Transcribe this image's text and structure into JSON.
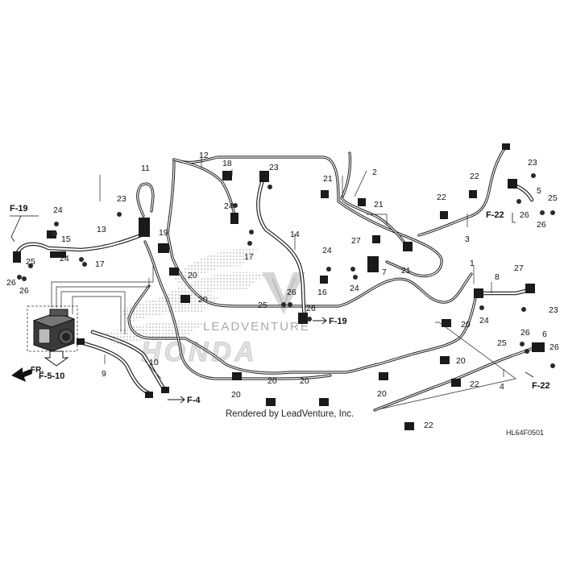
{
  "callouts": {
    "n1": "1",
    "n2": "2",
    "n3": "3",
    "n4": "4",
    "n5": "5",
    "n6": "6",
    "n7": "7",
    "n8": "8",
    "n9": "9",
    "n10": "10",
    "n11": "11",
    "n12": "12",
    "n13": "13",
    "n14": "14",
    "n15": "15",
    "n16": "16",
    "n17": "17",
    "n18": "18",
    "n19": "19",
    "n20": "20",
    "n21": "21",
    "n22": "22",
    "n23": "23",
    "n24": "24",
    "n25": "25",
    "n26": "26",
    "n27": "27"
  },
  "refs": {
    "f19": "F-19",
    "f22": "F-22",
    "f4": "F-4",
    "f510": "F-5-10",
    "fr": "FR."
  },
  "footer": {
    "rendered_by": "Rendered by LeadVenture, Inc.",
    "diagram_code": "HL64F0501"
  },
  "watermark": {
    "brand_text": "HONDA",
    "dealer_text": "LEADVENTURE"
  },
  "colors": {
    "line": "#1c1c1c",
    "watermark": "#aaaaaa",
    "background": "#ffffff"
  },
  "icons": [
    "front-direction-arrow-icon",
    "reference-arrow-icon",
    "honda-wing-watermark",
    "leadventure-logo-watermark"
  ]
}
